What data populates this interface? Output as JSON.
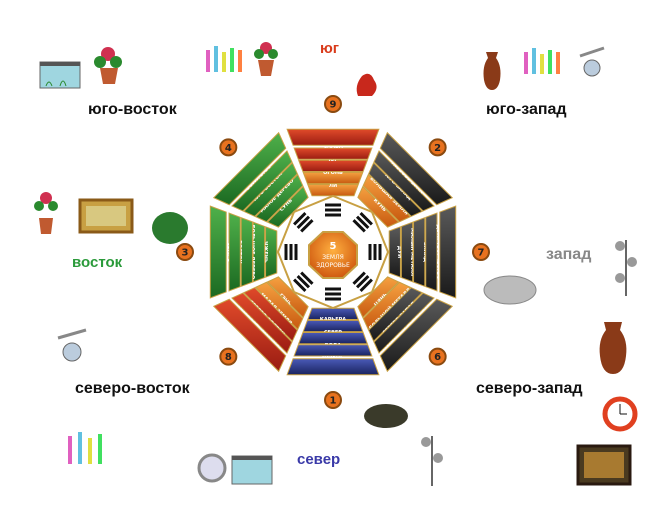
{
  "directions": {
    "south": "юг",
    "southeast": "юго-восток",
    "southwest": "юго-запад",
    "east": "восток",
    "west": "запад",
    "northeast": "северо-восток",
    "northwest": "северо-запад",
    "north": "север"
  },
  "center": {
    "number": "5",
    "line1": "ЗЕМЛЯ",
    "line2": "ЗДОРОВЬЕ"
  },
  "sectors": {
    "south": {
      "number": "9",
      "labels": [
        "СЛАВА",
        "ЮГ",
        "ОГОНЬ",
        "ЛИ"
      ]
    },
    "north": {
      "number": "1",
      "labels": [
        "ЖИЗНЬ",
        "ВОДА",
        "СЕВЕР",
        "КАРЬЕРА"
      ]
    },
    "southeast": {
      "number": "4",
      "labels": [
        "БОГАТСТВО",
        "ЮГО-ВОСТОК",
        "МАЛОЕ ДЕРЕВО",
        "СУНЬ"
      ]
    },
    "east": {
      "number": "3",
      "labels": [
        "СЕМЬЯ",
        "ВОСТОК",
        "БОЛЬШОЕ ДЕРЕВО",
        "ЧЖЕНЬ"
      ]
    },
    "southwest": {
      "number": "2",
      "labels": [
        "ЛЮБОВЬ БРАК",
        "ЮГО-ЗАПАД",
        "БОЛЬШАЯ ЗЕМЛЯ",
        "КУНЬ"
      ]
    },
    "west": {
      "number": "7",
      "labels": [
        "ДЕТИ ТВОРЧЕСТВО",
        "ЗАПАД",
        "МАЛЫЙ МЕТАЛЛ",
        "ДУЙ"
      ]
    },
    "northeast": {
      "number": "8",
      "labels": [
        "МУДРОСТЬ ЗНАНИЯ",
        "СЕВЕРО-ВОСТОК",
        "МАЛАЯ ЗЕМЛЯ",
        "ГЭНЬ"
      ]
    },
    "northwest": {
      "number": "6",
      "labels": [
        "ПОМОЩНИКИ ПУТЕШЕСТВИЯ",
        "СЕВЕРО-ЗАПАД",
        "БОЛЬШОЙ МЕТАЛЛ",
        "ЦЯНЬ"
      ]
    }
  },
  "colors": {
    "fire": "#b8281c",
    "fire_light": "#e8542a",
    "wood": "#2a8a2e",
    "earth": "#e77a1f",
    "metal": "#3a3a3a",
    "water": "#2a3a8a",
    "gold": "#c8a043",
    "center": "#e8721f"
  }
}
